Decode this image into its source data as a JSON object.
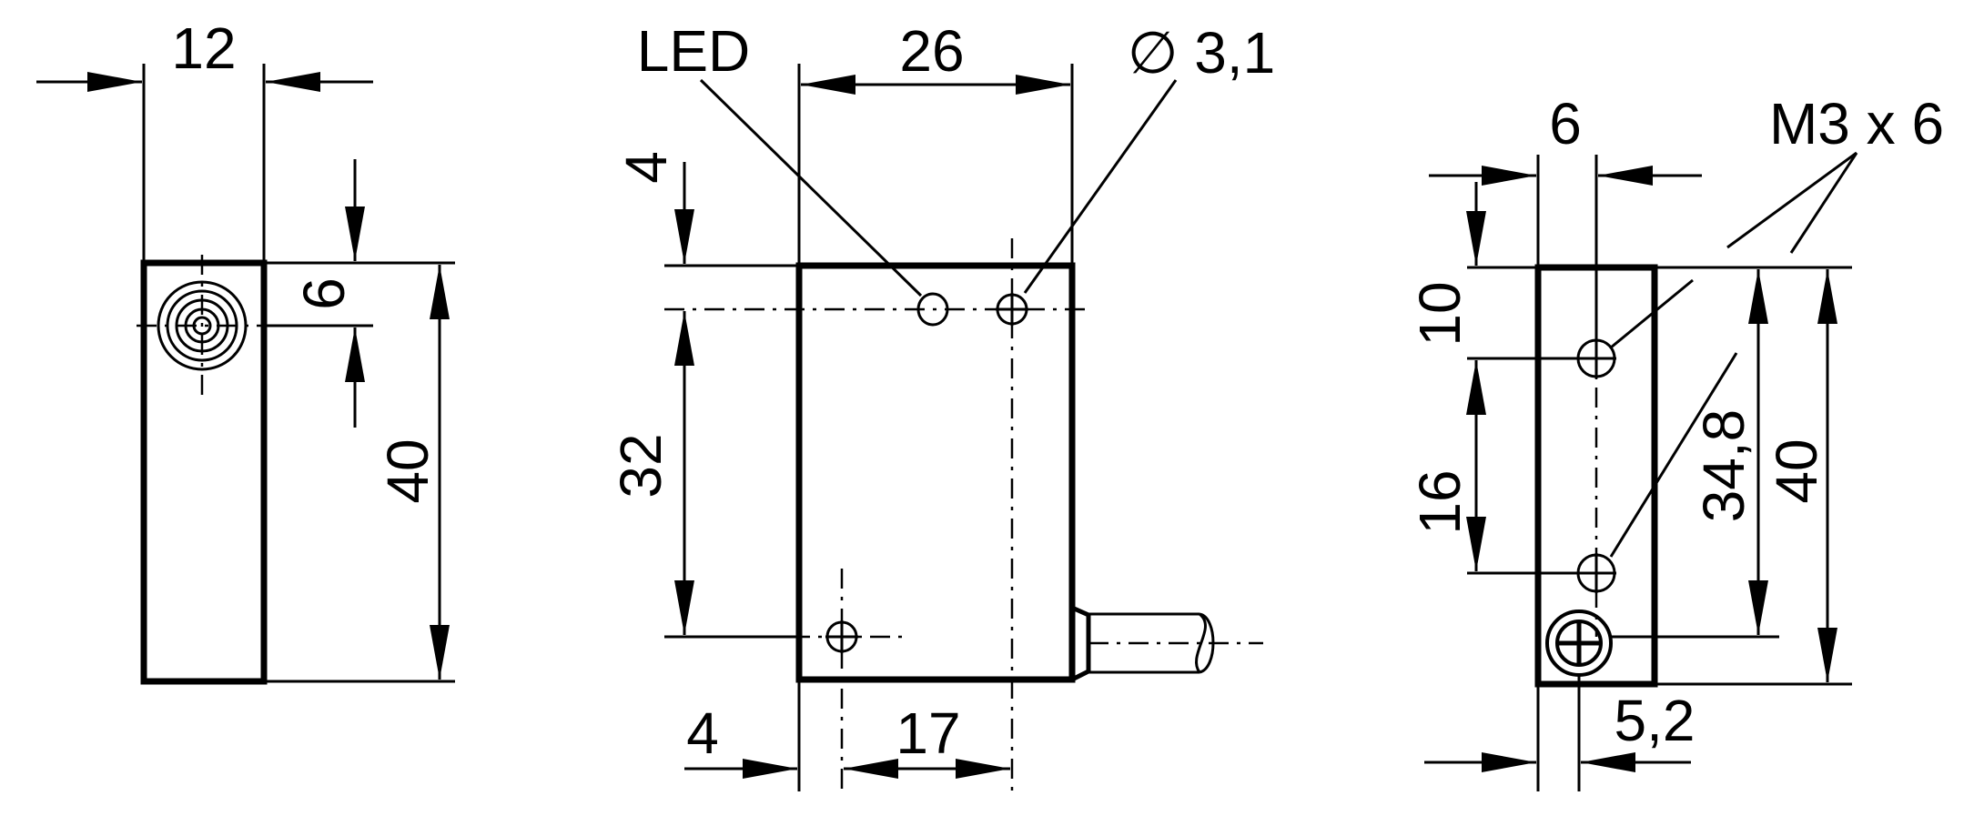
{
  "colors": {
    "line": "#000000",
    "background": "#ffffff"
  },
  "side_view": {
    "width_label": "12",
    "sensing_face_offset_label": "6",
    "height_label": "40"
  },
  "front_view": {
    "led_label": "LED",
    "width_label": "26",
    "hole_diameter_label": "∅ 3,1",
    "top_offset_label": "4",
    "hole_spacing_label": "32",
    "left_offset_label": "4",
    "hole_horizontal_spacing_label": "17"
  },
  "rear_view": {
    "width_label": "6",
    "thread_label": "M3 x 6",
    "top_offset_label": "10",
    "thread_spacing_label": "16",
    "thread_span_label": "34,8",
    "height_label": "40",
    "bottom_offset_label": "5,2"
  }
}
